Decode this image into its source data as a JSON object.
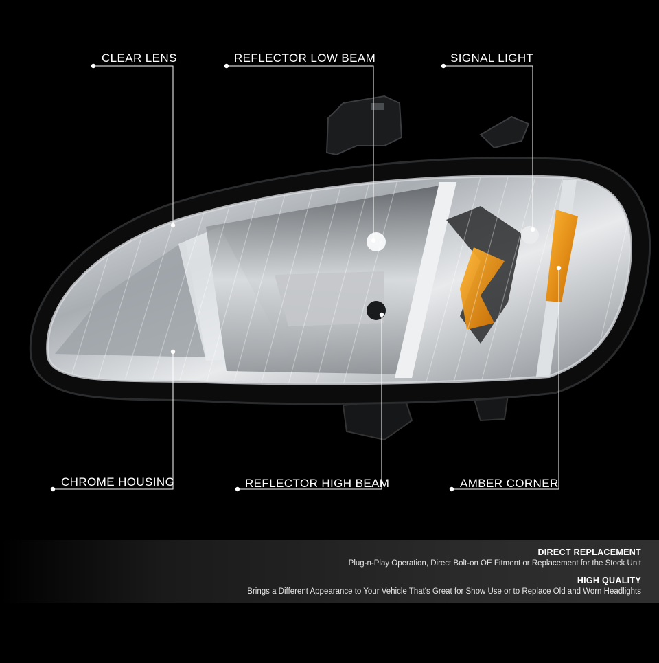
{
  "callouts": {
    "clear_lens": "CLEAR LENS",
    "reflector_low_beam": "REFLECTOR LOW BEAM",
    "signal_light": "SIGNAL LIGHT",
    "chrome_housing": "CHROME HOUSING",
    "reflector_high_beam": "REFLECTOR HIGH BEAM",
    "amber_corner": "AMBER CORNER"
  },
  "features": [
    {
      "title": "DIRECT REPLACEMENT",
      "description": "Plug-n-Play Operation, Direct Bolt-on OE Fitment or Replacement for the Stock Unit"
    },
    {
      "title": "HIGH QUALITY",
      "description": "Brings a Different Appearance to Your Vehicle That's Great for Show Use or to Replace Old and Worn Headlights"
    }
  ],
  "colors": {
    "background": "#000000",
    "chrome": "#c8ccd0",
    "amber": "#f29a12",
    "callout_line": "#ffffff"
  }
}
